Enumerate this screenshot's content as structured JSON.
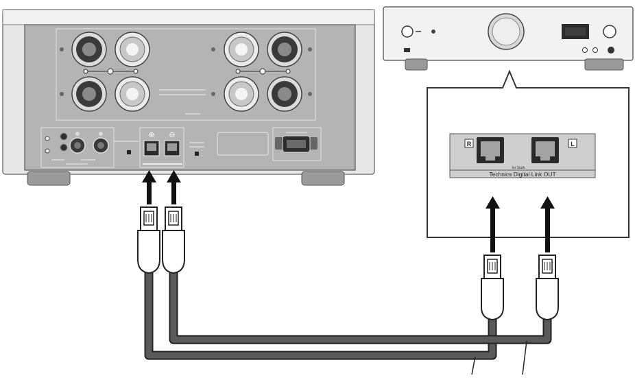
{
  "amp_rear": {
    "rj45_labels": [
      "⊕",
      "⊖"
    ]
  },
  "callout": {
    "port_left_badge": "R",
    "port_right_badge": "L",
    "small_caption": "for Stuth",
    "output_label": "Technics Digital Link OUT"
  },
  "colors": {
    "cable": "#4a4a4a",
    "panel": "#b5b5b5",
    "chassis": "#e6e6e6",
    "arrow": "#111111"
  }
}
